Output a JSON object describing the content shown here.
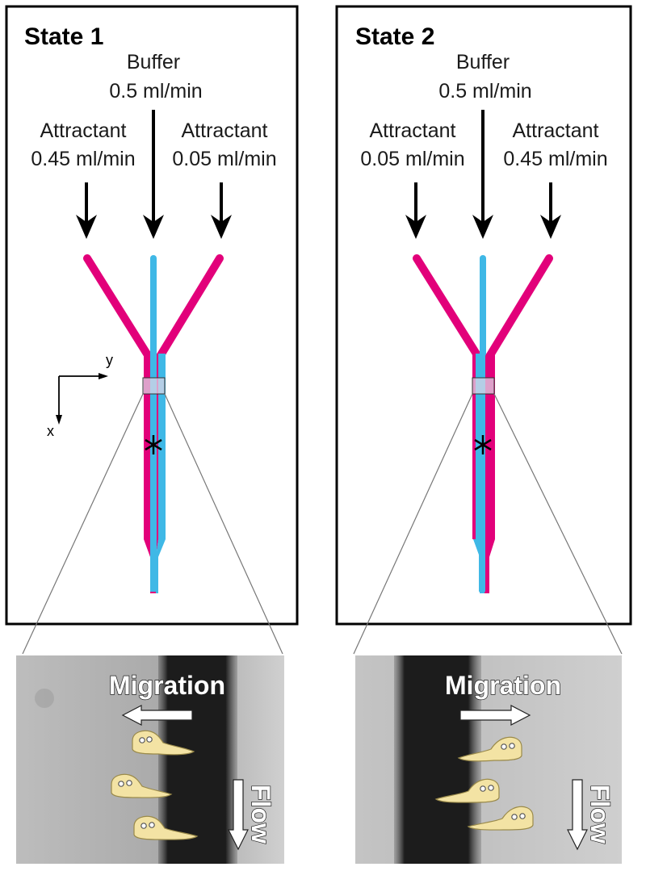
{
  "colors": {
    "attractant": "#e2007a",
    "buffer": "#3fb8e6",
    "cell": "#f3e3a4",
    "cell_outline": "#9a8a4a"
  },
  "states": [
    {
      "title": "State 1",
      "buffer": {
        "label": "Buffer",
        "rate": "0.5 ml/min"
      },
      "left_inlet": {
        "label": "Attractant",
        "rate": "0.45 ml/min"
      },
      "right_inlet": {
        "label": "Attractant",
        "rate": "0.05 ml/min"
      },
      "migration_label": "Migration",
      "migration_direction": "left",
      "flow_label": "Flow",
      "attractant_side": "left"
    },
    {
      "title": "State 2",
      "buffer": {
        "label": "Buffer",
        "rate": "0.5 ml/min"
      },
      "left_inlet": {
        "label": "Attractant",
        "rate": "0.05 ml/min"
      },
      "right_inlet": {
        "label": "Attractant",
        "rate": "0.45 ml/min"
      },
      "migration_label": "Migration",
      "migration_direction": "right",
      "attractant_side": "right"
    }
  ],
  "axes": {
    "x_label": "x",
    "y_label": "y"
  },
  "icons": [
    "down-arrow-icon",
    "axis-icon",
    "asterisk-icon",
    "cell-icon",
    "migration-arrow-icon",
    "flow-arrow-icon"
  ]
}
